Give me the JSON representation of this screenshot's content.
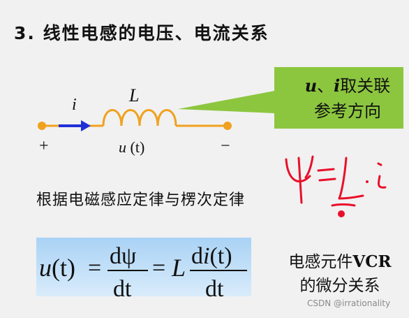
{
  "title": "3. 线性电感的电压、电流关系",
  "callout": {
    "u": "u",
    "sep": "、",
    "i": "i",
    "line1_rest": "取关联",
    "line2": "参考方向"
  },
  "circuit": {
    "current_label": "i",
    "inductor_label": "L",
    "plus": "+",
    "minus": "−",
    "voltage_u": "u",
    "voltage_t": "(t)"
  },
  "law_text": "根据电磁感应定律与楞次定律",
  "formula": {
    "lhs_u": "u",
    "lhs_t": "(t)",
    "eq": "=",
    "num1": "dψ",
    "den1": "dt",
    "coef": "L",
    "num2_d": "d",
    "num2_i": "i",
    "num2_t": "(t)",
    "den2": "dt"
  },
  "vcr": {
    "line1_prefix": "电感元件",
    "line1_bold": "VCR",
    "line2": "的微分关系"
  },
  "watermark": "CSDN @irrationality",
  "colors": {
    "wire": "#f0a11e",
    "arrow": "#1f2fd6",
    "callout_fill": "#8cc63f",
    "annotation": "#e8102a",
    "formula_top": "#a9d2f5"
  }
}
